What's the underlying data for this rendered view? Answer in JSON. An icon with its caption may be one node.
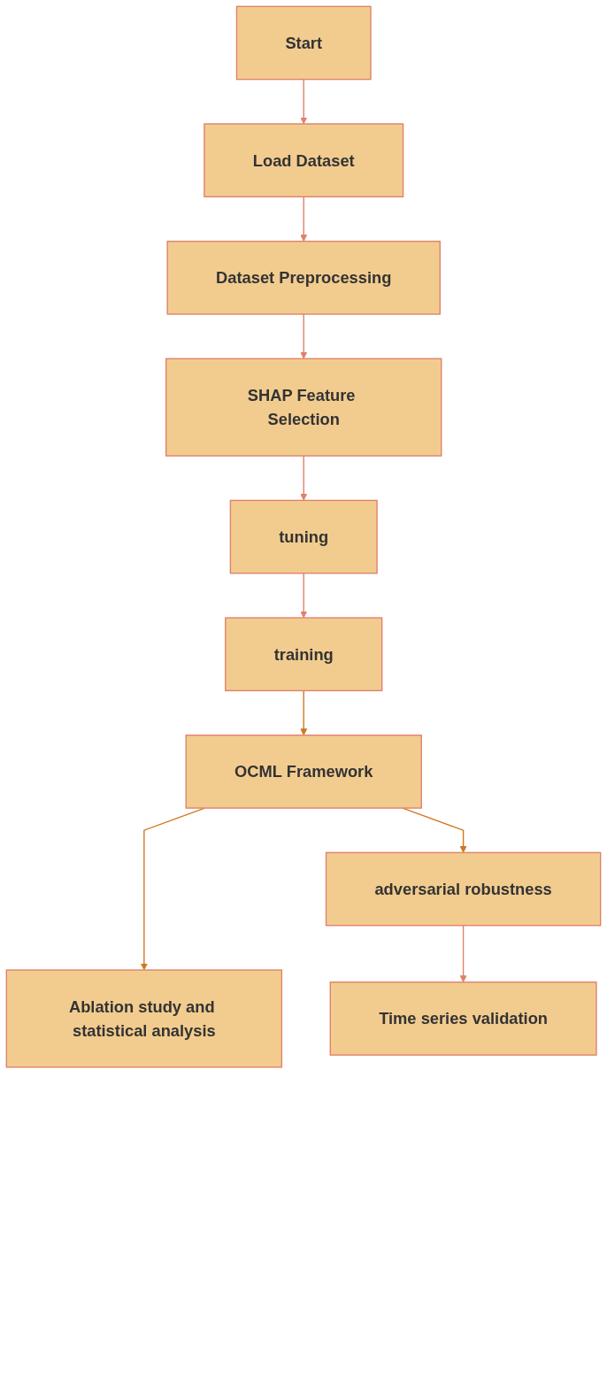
{
  "diagram": {
    "nodes": [
      {
        "text": [
          "Start"
        ]
      },
      {
        "text": [
          "Load Dataset"
        ]
      },
      {
        "text": [
          "Dataset Preprocessing"
        ]
      },
      {
        "text": [
          "SHAP Feature Selection"
        ]
      },
      {
        "text": [
          "tuning"
        ]
      },
      {
        "text": [
          "training"
        ]
      },
      {
        "text": [
          "OCML Framework"
        ]
      },
      {
        "text": [
          "adversarial robustness"
        ]
      },
      {
        "text": [
          "Ablation study and statistical analysis"
        ]
      },
      {
        "text": [
          "Time series validation"
        ]
      }
    ],
    "edges": [
      {
        "from": 0,
        "to": 1,
        "arrow": "to"
      },
      {
        "from": 1,
        "to": 2,
        "arrow": "to"
      },
      {
        "from": 2,
        "to": 3,
        "arrow": "to"
      },
      {
        "from": 3,
        "to": 4,
        "arrow": "to"
      },
      {
        "from": 4,
        "to": 5,
        "arrow": "to"
      },
      {
        "from": 5,
        "to": 6,
        "arrow": "to",
        "color": "#d0771e"
      },
      {
        "from": 6,
        "to": 8,
        "arrow": "to",
        "color": "#d0771e"
      },
      {
        "from": 6,
        "to": 7,
        "arrow": "to",
        "color": "#d0771e"
      },
      {
        "from": 7,
        "to": 9,
        "arrow": "to"
      }
    ]
  }
}
